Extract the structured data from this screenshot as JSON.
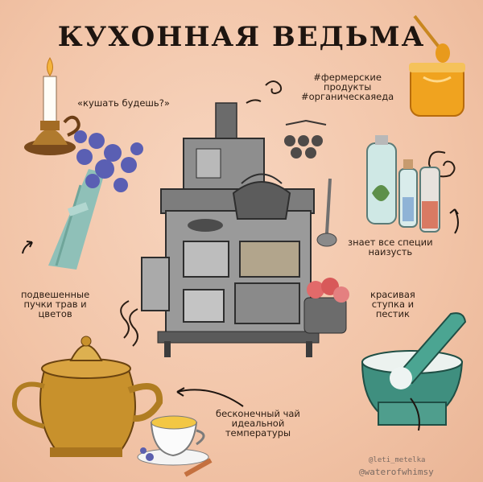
{
  "title": "КУХОННАЯ ВЕДЬМА",
  "labels": {
    "candle": "«кушать будешь?»",
    "hashtags": "#фермерские\nпродукты\n#органическаяеда",
    "spices": "знает все специи\nнаизусть",
    "herbs": "подвешенные\nпучки трав и\nцветов",
    "mortar": "красивая\nступка и\nпестик",
    "tea": "бесконечный чай\nидеальной\nтемпературы"
  },
  "credits": {
    "author": "@leti_metelka",
    "brand": "@waterofwhimsy"
  }
}
